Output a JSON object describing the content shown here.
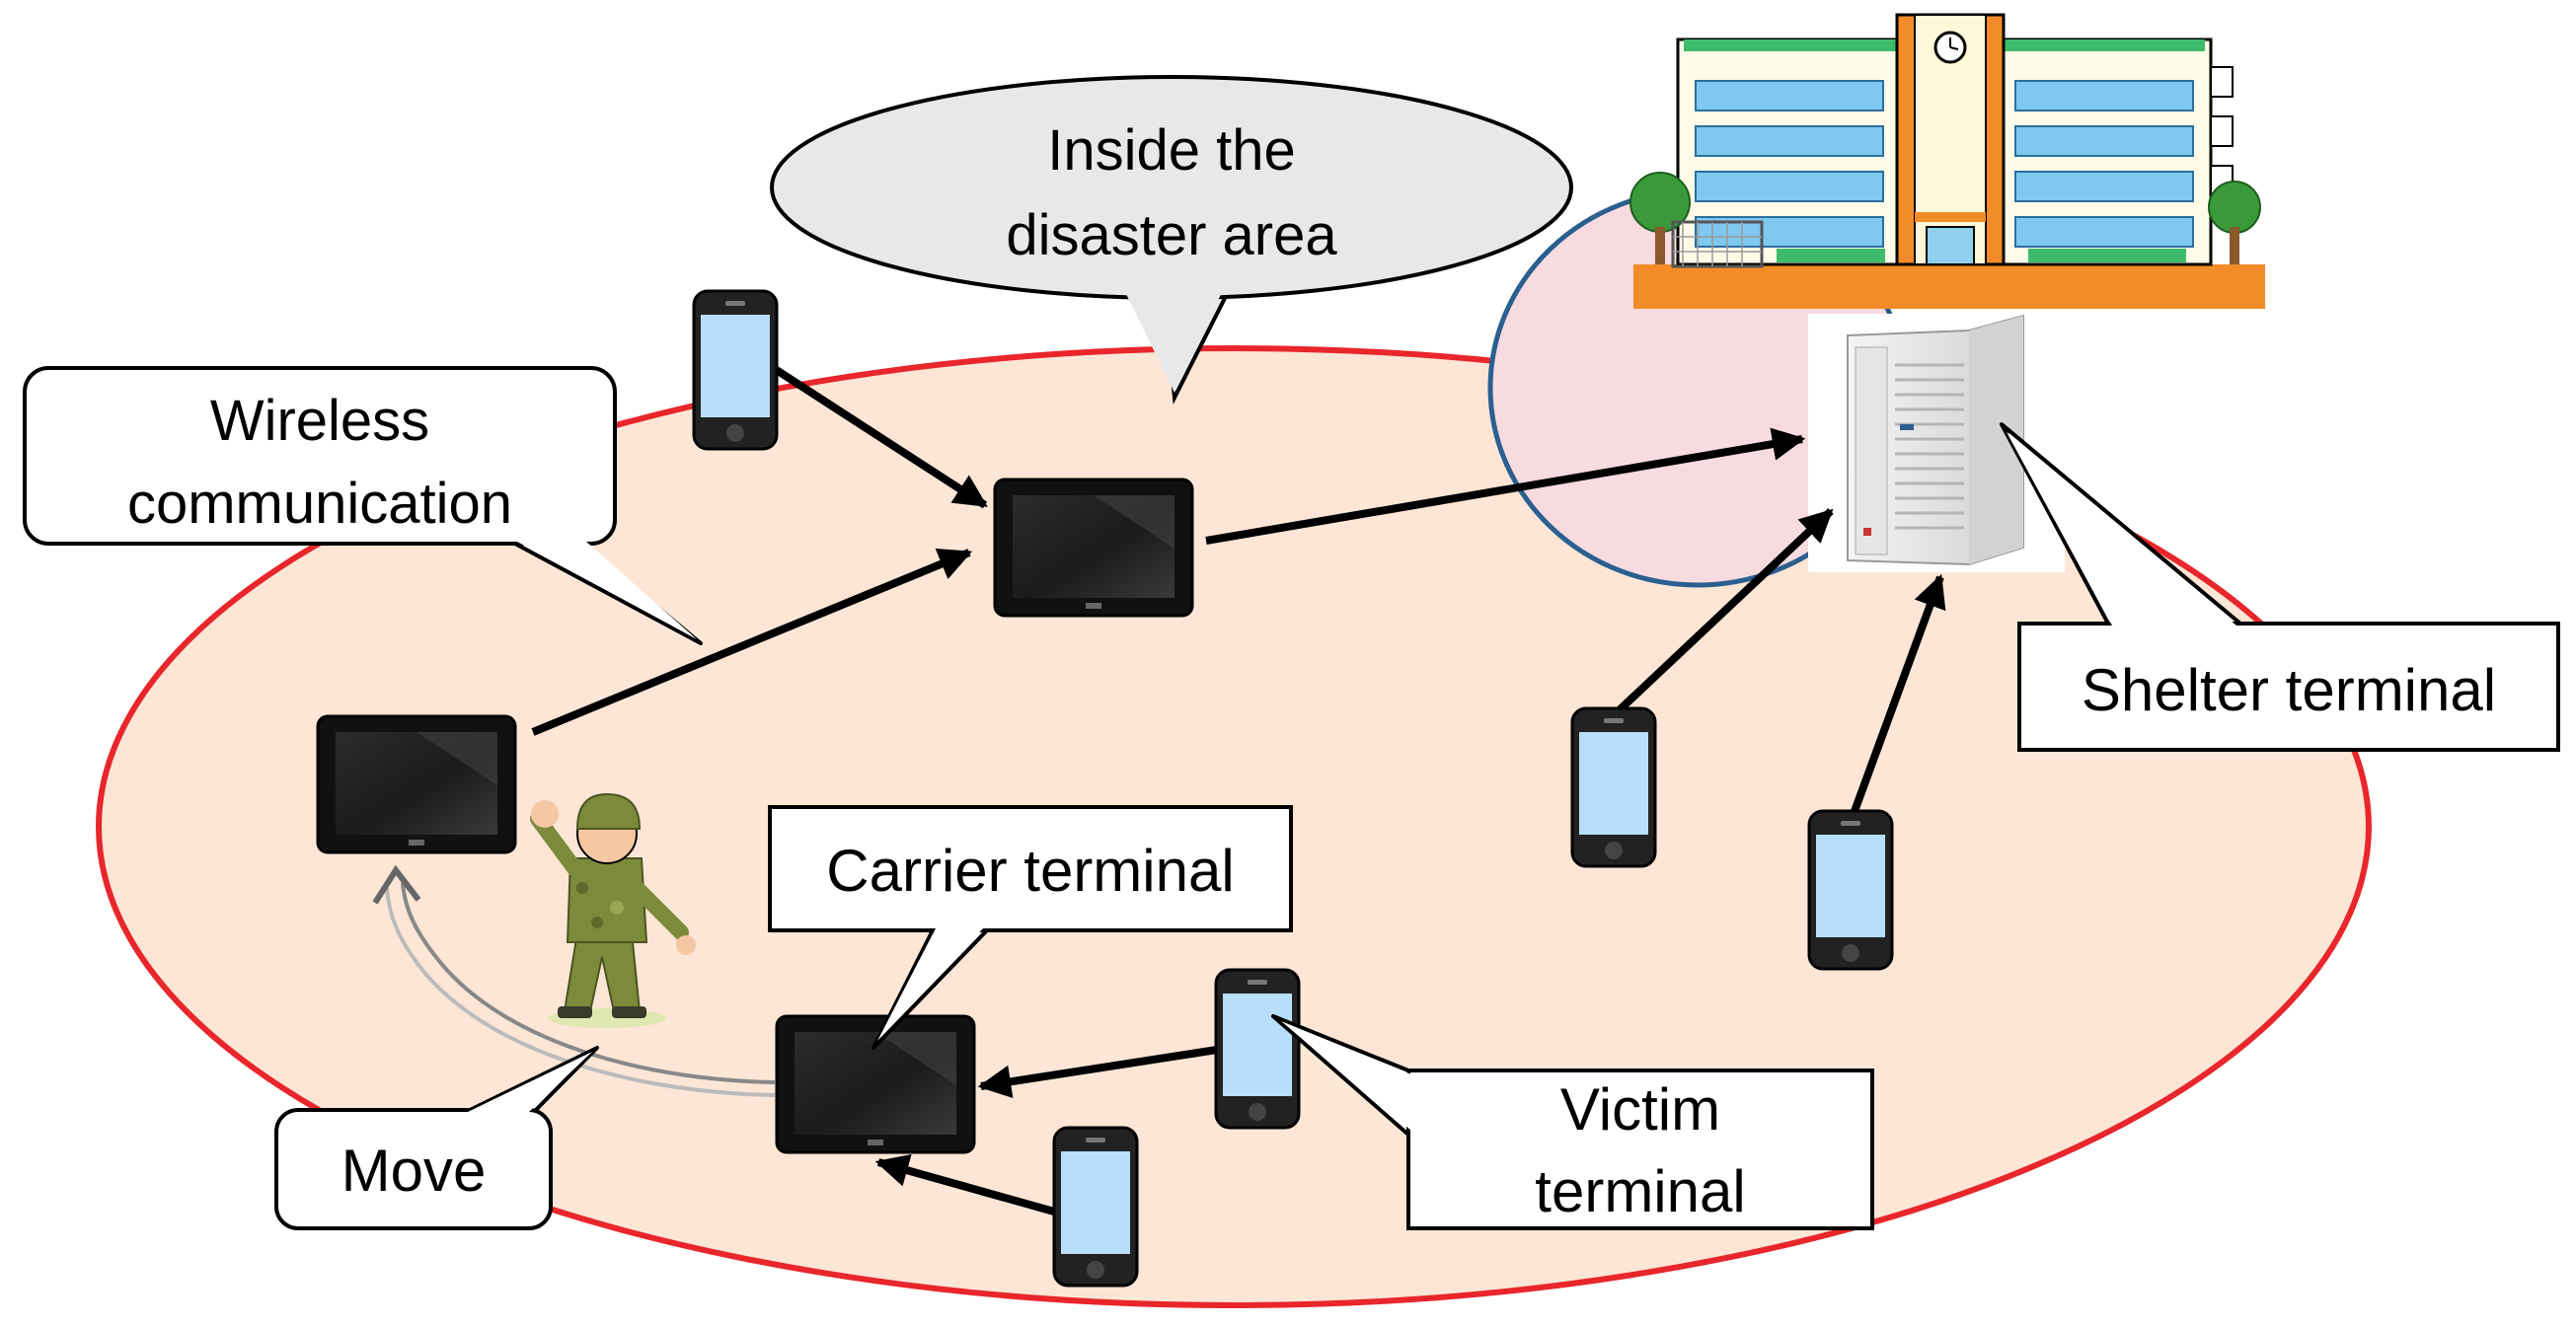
{
  "labels": {
    "inside_area": [
      "Inside the",
      "disaster area"
    ],
    "wireless": [
      "Wireless",
      "communication"
    ],
    "shelter": "Shelter terminal",
    "carrier": "Carrier terminal",
    "victim": [
      "Victim",
      "terminal"
    ],
    "move": "Move"
  },
  "colors": {
    "area_fill": "#fde6d6",
    "area_stroke": "#e8262b",
    "shelter_fill": "#f8dbe0",
    "shelter_stroke": "#2b5f8f",
    "building_accent": "#f28c28",
    "phone_screen": "#b7defc"
  },
  "icons": [
    "building-icon",
    "server-icon",
    "tablet-icon",
    "smartphone-icon",
    "soldier-icon",
    "move-path-icon"
  ]
}
